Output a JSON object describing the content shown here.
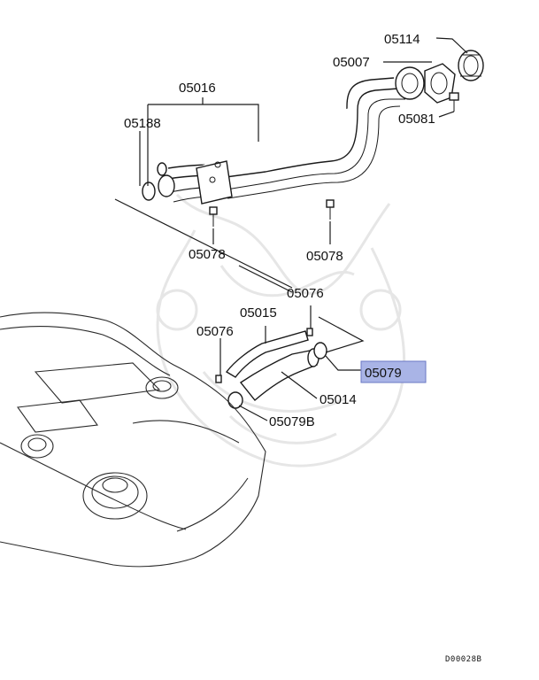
{
  "diagram": {
    "drawing_code": "D00028B",
    "highlighted_part": "05079",
    "callouts": [
      {
        "id": "c-05114",
        "text": "05114"
      },
      {
        "id": "c-05007",
        "text": "05007"
      },
      {
        "id": "c-05081",
        "text": "05081"
      },
      {
        "id": "c-05016",
        "text": "05016"
      },
      {
        "id": "c-05188",
        "text": "05188"
      },
      {
        "id": "c-05078a",
        "text": "05078"
      },
      {
        "id": "c-05078b",
        "text": "05078"
      },
      {
        "id": "c-05076a",
        "text": "05076"
      },
      {
        "id": "c-05015",
        "text": "05015"
      },
      {
        "id": "c-05076b",
        "text": "05076"
      },
      {
        "id": "c-05079",
        "text": "05079"
      },
      {
        "id": "c-05014",
        "text": "05014"
      },
      {
        "id": "c-05079B",
        "text": "05079B"
      }
    ],
    "colors": {
      "highlight": "#a9b4e6",
      "line": "#1a1a1a",
      "watermark": "#e6e6e6"
    }
  }
}
